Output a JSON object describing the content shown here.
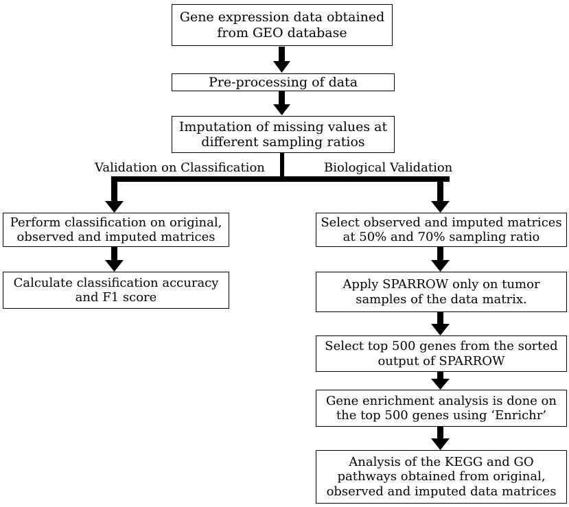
{
  "boxes": {
    "gene_expression": "Gene expression data obtained\nfrom GEO database",
    "preprocessing": "Pre-processing of data",
    "imputation": "Imputation of missing values at\ndifferent sampling ratios",
    "perform_classification": "Perform classification on original,\nobserved and imputed matrices",
    "calculate_accuracy": "Calculate classification accuracy\nand F1 score",
    "select_matrices": "Select observed and imputed matrices\nat 50% and 70% sampling ratio",
    "apply_sparrow": "Apply SPARROW only on tumor\nsamples of the data matrix.",
    "select_top_genes": "Select top 500 genes from the sorted\noutput of SPARROW",
    "gene_enrichment": "Gene enrichment analysis is done on\nthe top 500 genes using ‘Enrichr’",
    "kegg_analysis": "Analysis of the KEGG and GO\npathways obtained from original,\nobserved and imputed data matrices"
  },
  "branch_labels": {
    "left": "Validation on Classification",
    "right": "Biological Validation"
  },
  "colors": {
    "line": "#000000",
    "background": "#ffffff"
  }
}
